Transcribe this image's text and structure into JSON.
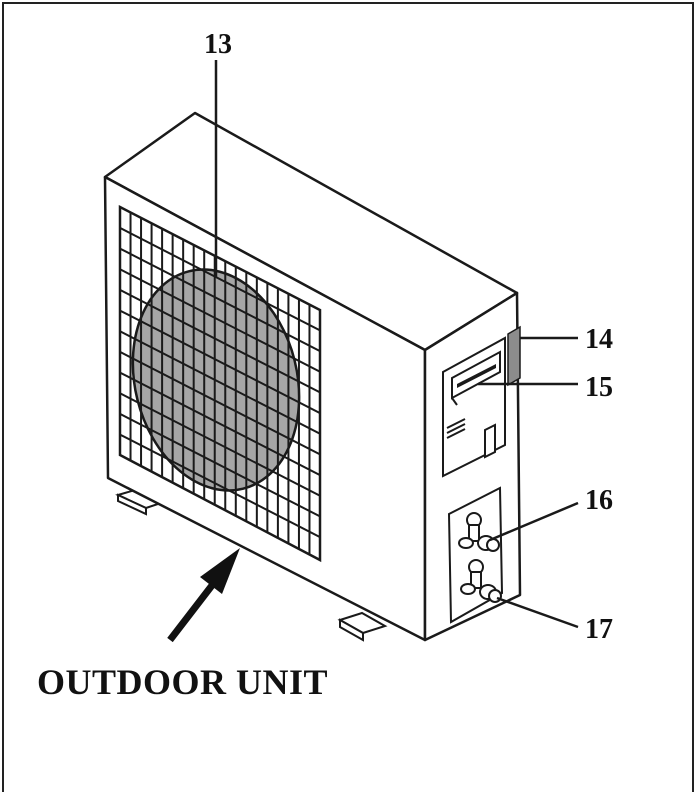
{
  "callouts": {
    "c13": "13",
    "c14": "14",
    "c15": "15",
    "c16": "16",
    "c17": "17"
  },
  "caption": "OUTDOOR UNIT",
  "colors": {
    "line": "#1a1a1a",
    "fan_fill": "#a6a6a6",
    "panel_fill": "#ffffff"
  }
}
